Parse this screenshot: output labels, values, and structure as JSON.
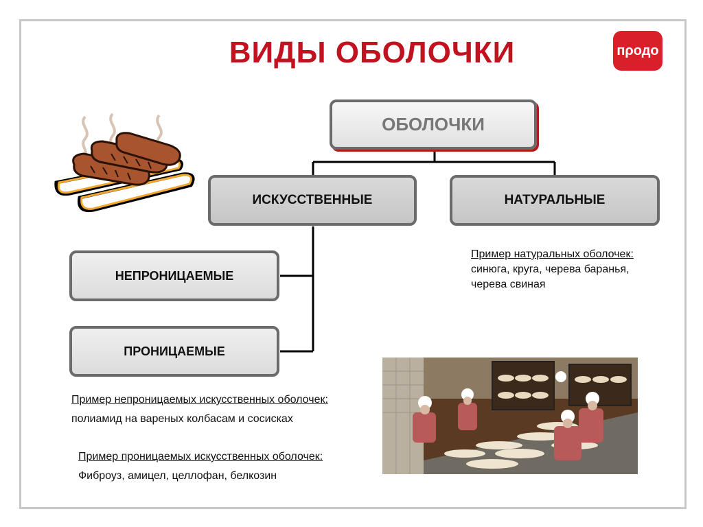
{
  "slide": {
    "title": "ВИДЫ ОБОЛОЧКИ",
    "logo_text": "пρодо",
    "accent_color": "#c1121f"
  },
  "tree": {
    "root": "ОБОЛОЧКИ",
    "artificial": "ИСКУССТВЕННЫЕ",
    "natural": "НАТУРАЛЬНЫЕ",
    "impermeable": "НЕПРОНИЦАЕМЫЕ",
    "permeable": "ПРОНИЦАЕМЫЕ"
  },
  "captions": {
    "natural_heading": "Пример натуральных оболочек:",
    "natural_line1": "синюга, круга, черева баранья,",
    "natural_line2": "черева свиная",
    "impermeable_heading": "Пример непроницаемых искусственных оболочек:",
    "impermeable_text": "полиамид на вареных колбасам и сосисках",
    "permeable_heading": "Пример проницаемых искусственных оболочек:",
    "permeable_text": "Фиброуз, амицел, целлофан, белкозин"
  }
}
